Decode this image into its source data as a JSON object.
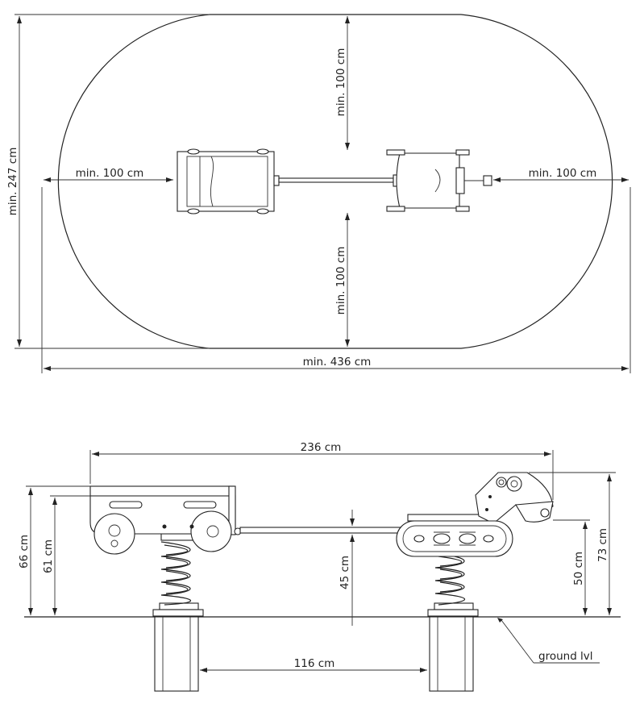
{
  "top_view": {
    "dim_width": "min. 436 cm",
    "dim_height": "min. 247 cm",
    "dim_left": "min. 100 cm",
    "dim_right": "min. 100 cm",
    "dim_top": "min. 100 cm",
    "dim_bottom": "min. 100 cm"
  },
  "side_view": {
    "dim_length": "236 cm",
    "dim_height_left_outer": "66 cm",
    "dim_height_left_inner": "61 cm",
    "dim_center_seat": "45 cm",
    "dim_height_right_inner": "50 cm",
    "dim_height_right_outer": "73 cm",
    "dim_spring_spacing": "116 cm",
    "ground_label": "ground lvl"
  }
}
